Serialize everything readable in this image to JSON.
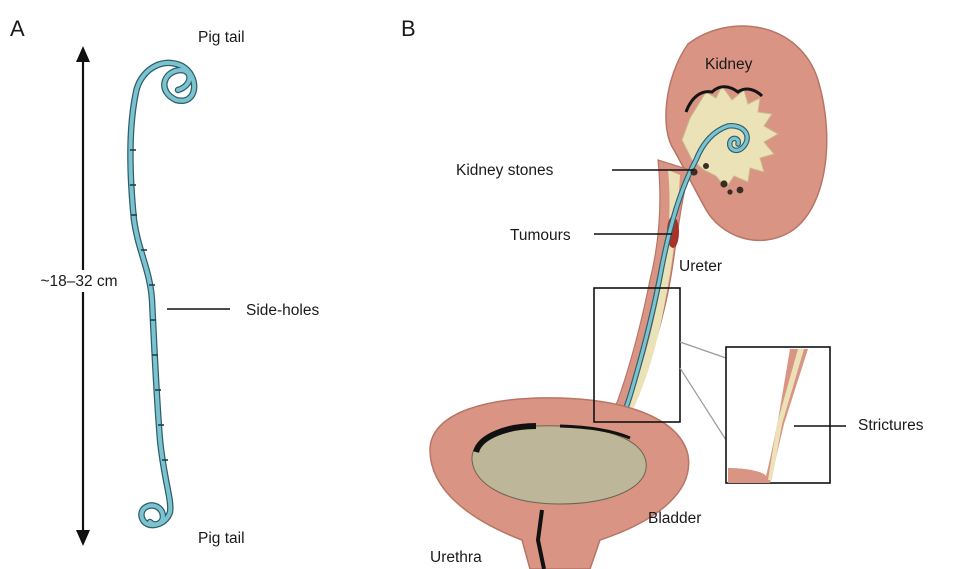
{
  "panel_a": {
    "letter": "A",
    "length_label": "~18–32 cm",
    "top_tail_label": "Pig tail",
    "side_holes_label": "Side-holes",
    "bottom_tail_label": "Pig tail"
  },
  "panel_b": {
    "letter": "B",
    "kidney_label": "Kidney",
    "stones_label": "Kidney stones",
    "tumours_label": "Tumours",
    "ureter_label": "Ureter",
    "strictures_label": "Strictures",
    "bladder_label": "Bladder",
    "urethra_label": "Urethra"
  },
  "colors": {
    "stent": "#7cc3d1",
    "stent_outline": "#2f5f68",
    "tissue": "#d99484",
    "tissue_outline": "#b87566",
    "lumen": "#ece2b8",
    "bladder_inside": "#bdb698",
    "tumour": "#a8322a"
  }
}
